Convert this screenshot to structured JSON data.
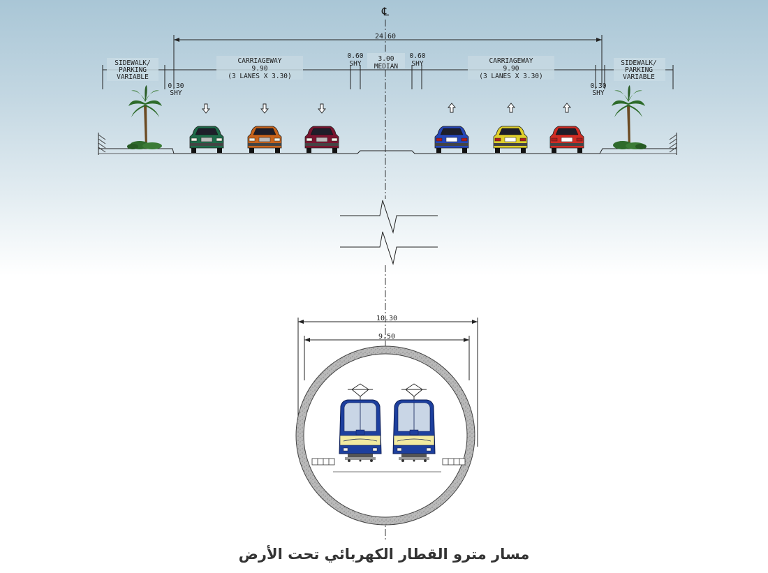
{
  "centerline": {
    "symbol": "℄"
  },
  "road": {
    "total_width": "24.60",
    "left_sidewalk": [
      "SIDEWALK/",
      "PARKING",
      "VARIABLE"
    ],
    "right_sidewalk": [
      "SIDEWALK/",
      "PARKING",
      "VARIABLE"
    ],
    "left_carriageway": [
      "CARRIAGEWAY",
      "9.90",
      "(3 LANES X 3.30)"
    ],
    "right_carriageway": [
      "CARRIAGEWAY",
      "9.90",
      "(3 LANES X 3.30)"
    ],
    "left_outer_shy": [
      "0.30",
      "SHY"
    ],
    "right_outer_shy": [
      "0.30",
      "SHY"
    ],
    "left_inner_shy": [
      "0.60",
      "SHY"
    ],
    "right_inner_shy": [
      "0.60",
      "SHY"
    ],
    "median": [
      "3.00",
      "MEDIAN"
    ],
    "left_cars": [
      {
        "color": "#1f6b4a"
      },
      {
        "color": "#c8641c"
      },
      {
        "color": "#7a1530"
      }
    ],
    "right_cars": [
      {
        "color": "#2646b8"
      },
      {
        "color": "#e0cf2c"
      },
      {
        "color": "#d12c24"
      }
    ]
  },
  "tunnel": {
    "outer_width": "10.30",
    "inner_width": "9.50"
  },
  "caption": "مسار مترو القطار الكهربائي تحت الأرض"
}
